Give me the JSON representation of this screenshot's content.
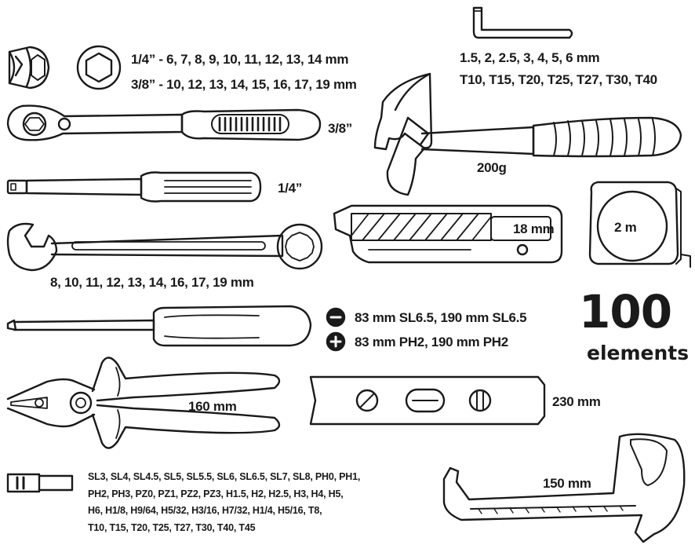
{
  "sockets": {
    "line1": "1/4” - 6, 7, 8, 9, 10, 11, 12, 13, 14 mm",
    "line2": "3/8” - 10, 12, 13, 14, 15, 16, 17, 19 mm"
  },
  "ratchet": {
    "size": "3/8”"
  },
  "extension": {
    "size": "1/4”"
  },
  "wrenches": {
    "sizes": "8, 10, 11, 12, 13, 14, 16, 17, 19 mm"
  },
  "hex_keys": {
    "line1": "1.5, 2, 2.5, 3, 4, 5, 6 mm",
    "line2": "T10, T15, T20, T25, T27, T30, T40"
  },
  "hammer": {
    "weight": "200g"
  },
  "knife": {
    "width": "18 mm"
  },
  "tape": {
    "length": "2 m"
  },
  "screwdrivers": {
    "flat": "83 mm SL6.5, 190 mm SL6.5",
    "phillips": "83 mm PH2, 190 mm PH2"
  },
  "total": {
    "number": "100",
    "label": "elements"
  },
  "pliers": {
    "size": "160 mm"
  },
  "level": {
    "size": "230 mm"
  },
  "saw": {
    "size": "150 mm"
  },
  "bits": {
    "lines": [
      "SL3, SL4, SL4.5, SL5, SL5.5, SL6, SL6.5, SL7, SL8, PH0, PH1,",
      "PH2, PH3, PZ0, PZ1, PZ2, PZ3, H1.5, H2, H2.5, H3, H4, H5,",
      "H6, H1/8, H9/64, H5/32, H3/16, H7/32, H1/4, H5/16, T8,",
      "T10, T15, T20, T25, T27, T30, T40, T45"
    ]
  }
}
